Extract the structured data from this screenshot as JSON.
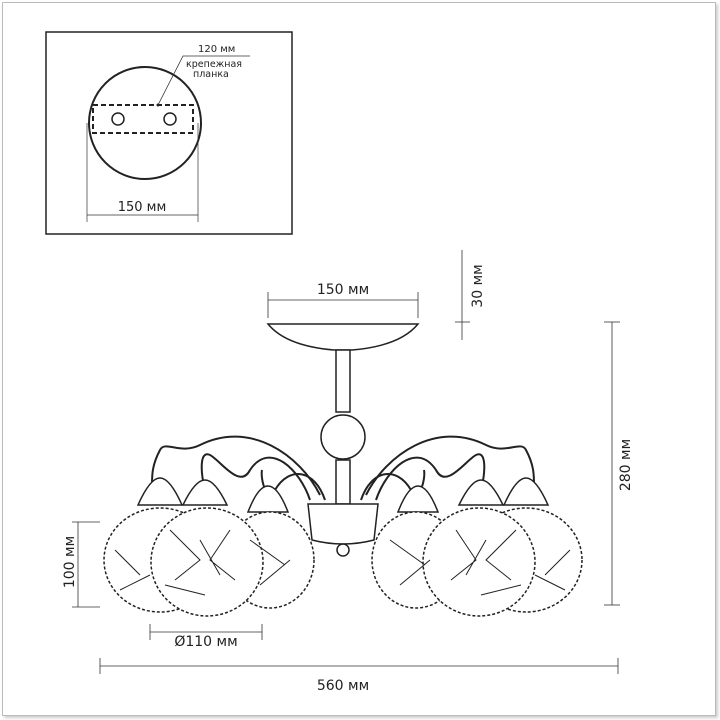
{
  "mount_detail": {
    "bracket_length": "120 мм",
    "bracket_label_line1": "крепежная",
    "bracket_label_line2": "планка",
    "canopy_diameter": "150 мм"
  },
  "dimensions": {
    "canopy_width": "150 мм",
    "canopy_height": "30 мм",
    "total_height": "280 мм",
    "shade_height": "100 мм",
    "shade_diameter": "Ø110 мм",
    "total_width": "560 мм"
  },
  "colors": {
    "line": "#222222",
    "dim": "#333333"
  }
}
